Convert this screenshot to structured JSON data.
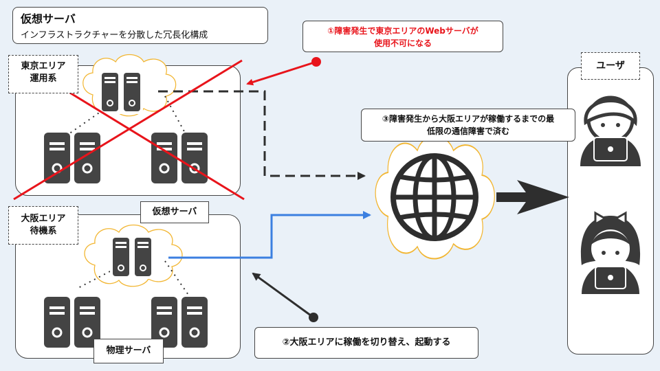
{
  "header": {
    "title": "仮想サーバ",
    "subtitle": "インフラストラクチャーを分散した冗長化構成"
  },
  "tokyo": {
    "label_line1": "東京エリア",
    "label_line2": "運用系"
  },
  "osaka": {
    "label_line1": "大阪エリア",
    "label_line2": "待機系"
  },
  "labels": {
    "virtual_server": "仮想サーバ",
    "physical_server": "物理サーバ",
    "user": "ユーザ"
  },
  "callouts": {
    "c1_line1": "①障害発生で東京エリアのWebサーバが",
    "c1_line2": "使用不可になる",
    "c2": "②大阪エリアに稼働を切り替え、起動する",
    "c3_line1": "③障害発生から大阪エリアが稼働するまでの最",
    "c3_line2": "低限の通信障害で済む"
  },
  "colors": {
    "red": "#e8141b",
    "blue": "#3b7fe0",
    "dark": "#2e2e2e",
    "cloud": "#f2b632"
  },
  "icons": [
    "server-icon",
    "globe-icon",
    "user-icon",
    "cloud-icon"
  ]
}
